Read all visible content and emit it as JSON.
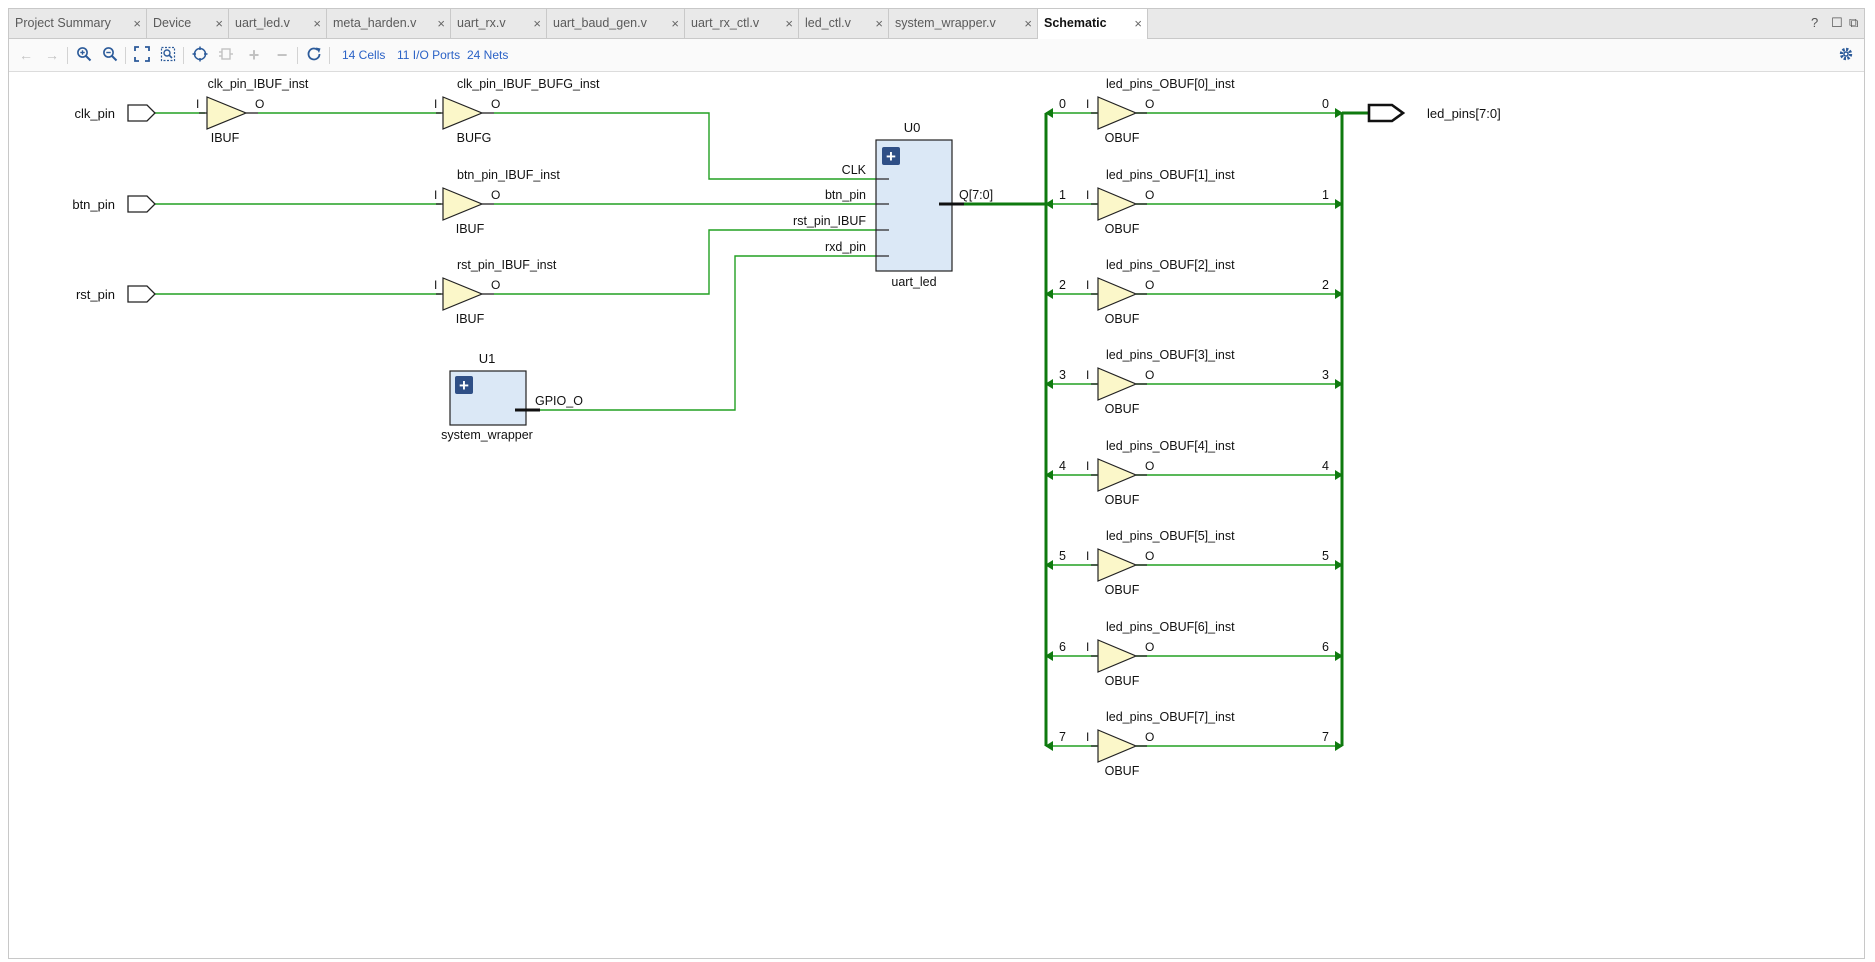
{
  "tabs": [
    {
      "label": "Project Summary"
    },
    {
      "label": "Device"
    },
    {
      "label": "uart_led.v"
    },
    {
      "label": "meta_harden.v"
    },
    {
      "label": "uart_rx.v"
    },
    {
      "label": "uart_baud_gen.v"
    },
    {
      "label": "uart_rx_ctl.v"
    },
    {
      "label": "led_ctl.v"
    },
    {
      "label": "system_wrapper.v"
    },
    {
      "label": "Schematic"
    }
  ],
  "tab_close_glyph": "×",
  "window_controls": {
    "help": "?",
    "restore": "☐",
    "float": "⧉"
  },
  "toolbar": {
    "icons": [
      "back-icon",
      "forward-icon",
      "zoom-in-icon",
      "zoom-out-icon",
      "zoom-fit-icon",
      "zoom-area-icon",
      "select-icon",
      "regenerate-icon",
      "expand-icon",
      "collapse-icon",
      "refresh-icon",
      "settings-icon"
    ],
    "cells": "14 Cells",
    "ports": "11 I/O Ports",
    "nets": "24 Nets"
  },
  "colors": {
    "wire": "#22a022",
    "bus": "#0f7a0f",
    "buffer_fill": "#fbf7c9",
    "block_fill": "#dbe8f6",
    "plus_btn": "#2f4f86"
  },
  "schematic": {
    "ports_in": [
      {
        "name": "clk_pin"
      },
      {
        "name": "btn_pin"
      },
      {
        "name": "rst_pin"
      }
    ],
    "port_out": {
      "name": "led_pins[7:0]"
    },
    "buffers": [
      {
        "inst": "clk_pin_IBUF_inst",
        "type": "IBUF",
        "in": "I",
        "out": "O"
      },
      {
        "inst": "clk_pin_IBUF_BUFG_inst",
        "type": "BUFG",
        "in": "I",
        "out": "O"
      },
      {
        "inst": "btn_pin_IBUF_inst",
        "type": "IBUF",
        "in": "I",
        "out": "O"
      },
      {
        "inst": "rst_pin_IBUF_inst",
        "type": "IBUF",
        "in": "I",
        "out": "O"
      }
    ],
    "u0": {
      "inst": "U0",
      "type": "uart_led",
      "pins_in": [
        "CLK",
        "btn_pin",
        "rst_pin_IBUF",
        "rxd_pin"
      ],
      "pin_out": "Q[7:0]",
      "plus": "+"
    },
    "u1": {
      "inst": "U1",
      "type": "system_wrapper",
      "pin_out": "GPIO_O",
      "plus": "+"
    },
    "obufs": [
      {
        "inst": "led_pins_OBUF[0]_inst",
        "type": "OBUF",
        "in": "I",
        "out": "O",
        "bit": "0"
      },
      {
        "inst": "led_pins_OBUF[1]_inst",
        "type": "OBUF",
        "in": "I",
        "out": "O",
        "bit": "1"
      },
      {
        "inst": "led_pins_OBUF[2]_inst",
        "type": "OBUF",
        "in": "I",
        "out": "O",
        "bit": "2"
      },
      {
        "inst": "led_pins_OBUF[3]_inst",
        "type": "OBUF",
        "in": "I",
        "out": "O",
        "bit": "3"
      },
      {
        "inst": "led_pins_OBUF[4]_inst",
        "type": "OBUF",
        "in": "I",
        "out": "O",
        "bit": "4"
      },
      {
        "inst": "led_pins_OBUF[5]_inst",
        "type": "OBUF",
        "in": "I",
        "out": "O",
        "bit": "5"
      },
      {
        "inst": "led_pins_OBUF[6]_inst",
        "type": "OBUF",
        "in": "I",
        "out": "O",
        "bit": "6"
      },
      {
        "inst": "led_pins_OBUF[7]_inst",
        "type": "OBUF",
        "in": "I",
        "out": "O",
        "bit": "7"
      }
    ]
  }
}
